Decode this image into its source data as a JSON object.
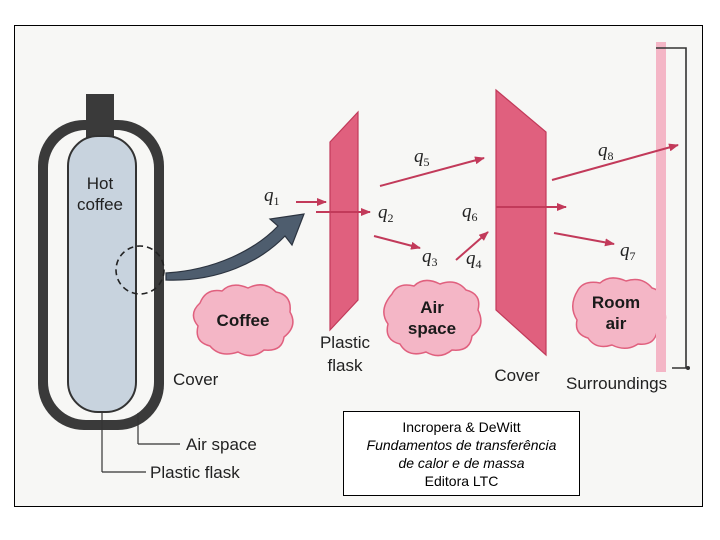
{
  "colors": {
    "pink": "#e0607e",
    "pink_light": "#f4b6c6",
    "flask_fill": "#c8d3de",
    "cover_dark": "#3a3a3a",
    "arrow": "#c23a5a"
  },
  "labels": {
    "hot_coffee_1": "Hot",
    "hot_coffee_2": "coffee",
    "cover_left": "Cover",
    "air_space_left": "Air space",
    "plastic_flask_left": "Plastic flask",
    "plastic_flask_1": "Plastic",
    "plastic_flask_2": "flask",
    "cover_right": "Cover",
    "surroundings": "Surroundings"
  },
  "blobs": {
    "coffee": "Coffee",
    "air_space_1": "Air",
    "air_space_2": "space",
    "room_air_1": "Room",
    "room_air_2": "air"
  },
  "heat_flows": {
    "q_symbol": "q",
    "q1": "1",
    "q2": "2",
    "q3": "3",
    "q4": "4",
    "q5": "5",
    "q6": "6",
    "q7": "7",
    "q8": "8"
  },
  "citation": {
    "line1": "Incropera & DeWitt",
    "line2": "Fundamentos de transferência",
    "line3": "de calor e de massa",
    "line4": "Editora LTC"
  }
}
